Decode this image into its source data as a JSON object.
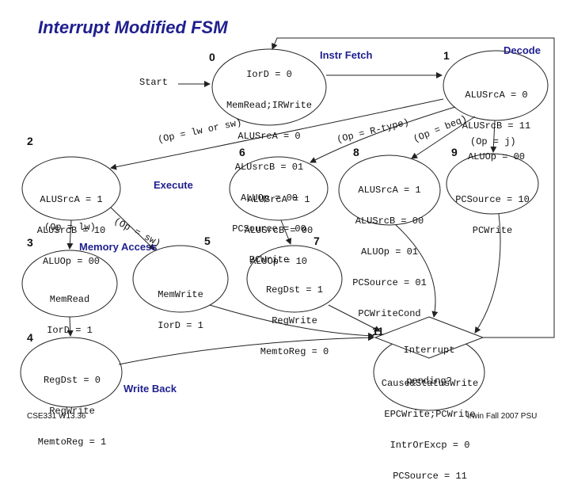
{
  "title": "Interrupt Modified FSM",
  "start_label": "Start",
  "states": [
    {
      "num": "0",
      "phase": "Instr Fetch",
      "lines": [
        "IorD = 0",
        "MemRead;IRWrite",
        "ALUSrcA = 0",
        "ALUsrcB = 01",
        "ALUOp = 00",
        "PCSource = 00",
        "PCWrite"
      ]
    },
    {
      "num": "1",
      "phase": "Decode",
      "lines": [
        "ALUSrcA = 0",
        "ALUSrcB = 11",
        "ALUOp = 00"
      ]
    },
    {
      "num": "2",
      "phase": "",
      "lines": [
        "ALUSrcA = 1",
        "ALUSrcB = 10",
        "ALUOp = 00"
      ]
    },
    {
      "num": "3",
      "phase": "Memory Access",
      "lines": [
        "MemRead",
        "IorD = 1"
      ]
    },
    {
      "num": "4",
      "phase": "Write Back",
      "lines": [
        "RegDst = 0",
        "RegWrite",
        "MemtoReg = 1"
      ]
    },
    {
      "num": "5",
      "phase": "",
      "lines": [
        "MemWrite",
        "IorD = 1"
      ]
    },
    {
      "num": "6",
      "phase": "Execute",
      "lines": [
        "ALUSrcA = 1",
        "ALUSrcB = 00",
        "ALUOp = 10"
      ]
    },
    {
      "num": "7",
      "phase": "",
      "lines": [
        "RegDst = 1",
        "RegWrite",
        "MemtoReg = 0"
      ]
    },
    {
      "num": "8",
      "phase": "",
      "lines": [
        "ALUSrcA = 1",
        "ALUSrcB = 00",
        "ALUOp = 01",
        "PCSource = 01",
        "PCWriteCond"
      ]
    },
    {
      "num": "9",
      "phase": "",
      "lines": [
        "PCSource = 10",
        "PCWrite"
      ]
    },
    {
      "num": "11",
      "phase": "",
      "lines": [
        "Cause&StatusWrite",
        "EPCWrite;PCWrite",
        "IntrOrExcp = 0",
        "PCSource = 11"
      ]
    }
  ],
  "interrupt_question": [
    "Interrupt",
    "pending?"
  ],
  "conditions": {
    "lw_or_sw": "(Op = lw or sw)",
    "rtype": "(Op = R-type)",
    "beq": "(Op = beq)",
    "j": "(Op = j)",
    "lw": "(Op = lw)",
    "sw": "(Op = sw)"
  },
  "footer": {
    "left": "CSE331 W13.36",
    "right": "Irwin Fall 2007 PSU"
  }
}
